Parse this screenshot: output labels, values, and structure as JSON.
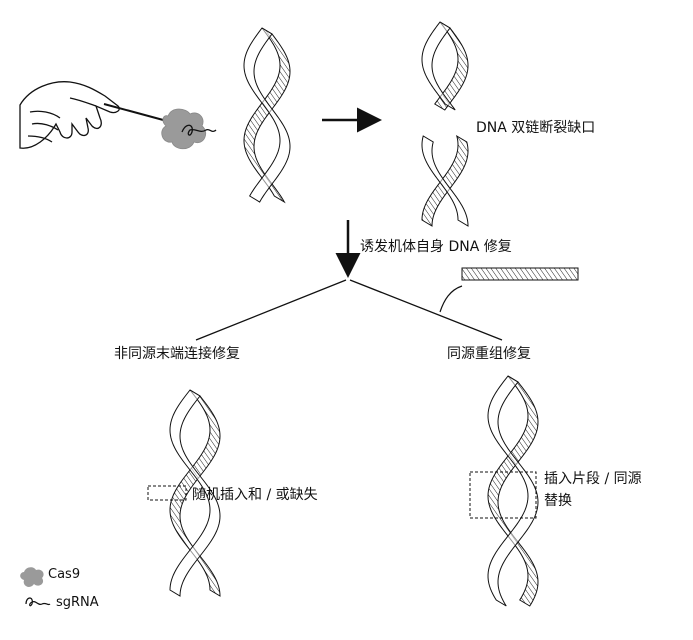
{
  "labels": {
    "dsb": "DNA 双链断裂缺口",
    "induce": "诱发机体自身 DNA 修复",
    "nhej": "非同源末端连接修复",
    "hr": "同源重组修复",
    "nhej_result": "随机插入和 / 或缺失",
    "hr_result_line1": "插入片段 / 同源",
    "hr_result_line2": "替换"
  },
  "legend": [
    {
      "icon": "cas9-blob-icon",
      "label": "Cas9"
    },
    {
      "icon": "sgrna-squiggle-icon",
      "label": "sgRNA"
    }
  ],
  "colors": {
    "ink": "#111111",
    "cas9": "#9a9a9a"
  }
}
